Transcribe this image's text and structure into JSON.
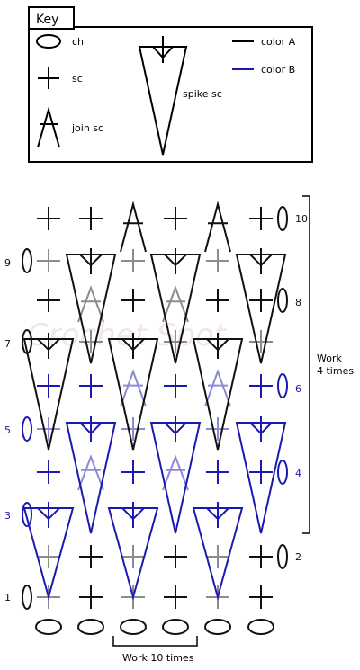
{
  "key": {
    "title": "Key",
    "ch_label": "ch",
    "sc_label": "sc",
    "join_sc_label": "join sc",
    "spike_sc_label": "spike sc",
    "color_a_label": "color A",
    "color_b_label": "color B"
  },
  "colors": {
    "color_a": "#111111",
    "color_b": "#1a1ab0",
    "faded_a": "#8c8c8c",
    "faded_b": "#8a8ad8"
  },
  "rows": {
    "row_1": "1",
    "row_2": "2",
    "row_3": "3",
    "row_4": "4",
    "row_5": "5",
    "row_6": "6",
    "row_7": "7",
    "row_8": "8",
    "row_9": "9",
    "row_10": "10"
  },
  "repeat": {
    "work_label": "Work",
    "times_label": "4 times",
    "bottom_label": "Work 10 times"
  },
  "watermark": "Crochet Spot"
}
